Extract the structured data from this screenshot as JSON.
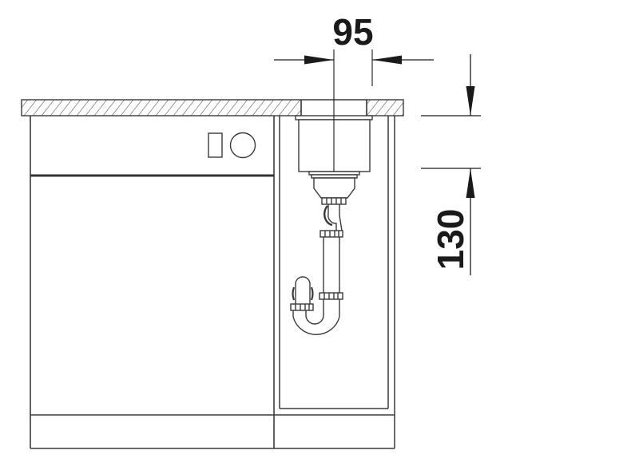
{
  "diagram": {
    "type": "technical-drawing",
    "subject": "undermount sink installed in base cabinet with drain trap, side view",
    "colors": {
      "line": "#3a3a3a",
      "dimension": "#1a1a1a",
      "background": "#ffffff"
    },
    "dimensions": {
      "horizontal": {
        "label": "95",
        "description": "offset from cabinet wall to sink centre"
      },
      "vertical": {
        "label": "130",
        "description": "sink bowl depth below countertop"
      }
    },
    "components": [
      "countertop",
      "left-cabinet",
      "appliance-controls",
      "drawer-front",
      "right-cabinet",
      "sink-bowl",
      "drain-waste-fitting",
      "p-trap",
      "plinth"
    ]
  }
}
